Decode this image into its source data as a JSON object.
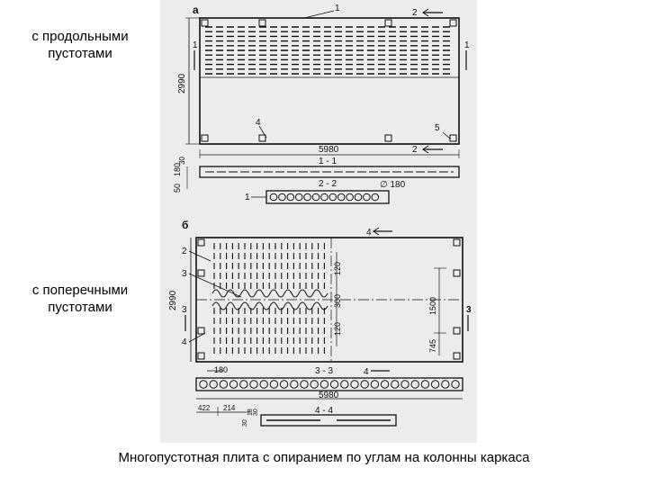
{
  "labels": {
    "longitudinal": "с продольными\nпустотами",
    "transverse": "с поперечными\nпустотами",
    "caption": "Многопустотная плита с опиранием по углам на колонны каркаса"
  },
  "figure_a": {
    "letter": "а",
    "callouts": [
      "1",
      "2",
      "4",
      "5"
    ],
    "width": "5980",
    "height": "2990",
    "section_1": "1 - 1",
    "section_2": "2 - 2",
    "hole_diameter": "∅ 180",
    "section_marks": [
      "1",
      "2"
    ],
    "dim_180": "180",
    "dim_30": "30",
    "dim_50": "50"
  },
  "figure_b": {
    "letter": "б",
    "callouts": [
      "2",
      "3",
      "4"
    ],
    "height": "2990",
    "width": "5980",
    "dim_1500": "1500",
    "dim_745": "745",
    "dim_120a": "120",
    "dim_300": "300",
    "dim_120b": "120",
    "dim_180": "180",
    "section_3": "3 - 3",
    "section_4": "4 - 4",
    "dim_422": "422",
    "dim_214": "214",
    "dim_18": "18",
    "dim_30": "30",
    "dim_30b": "30",
    "section_marks": [
      "3",
      "4"
    ]
  },
  "colors": {
    "ink": "#111111",
    "paper": "#ffffff"
  }
}
